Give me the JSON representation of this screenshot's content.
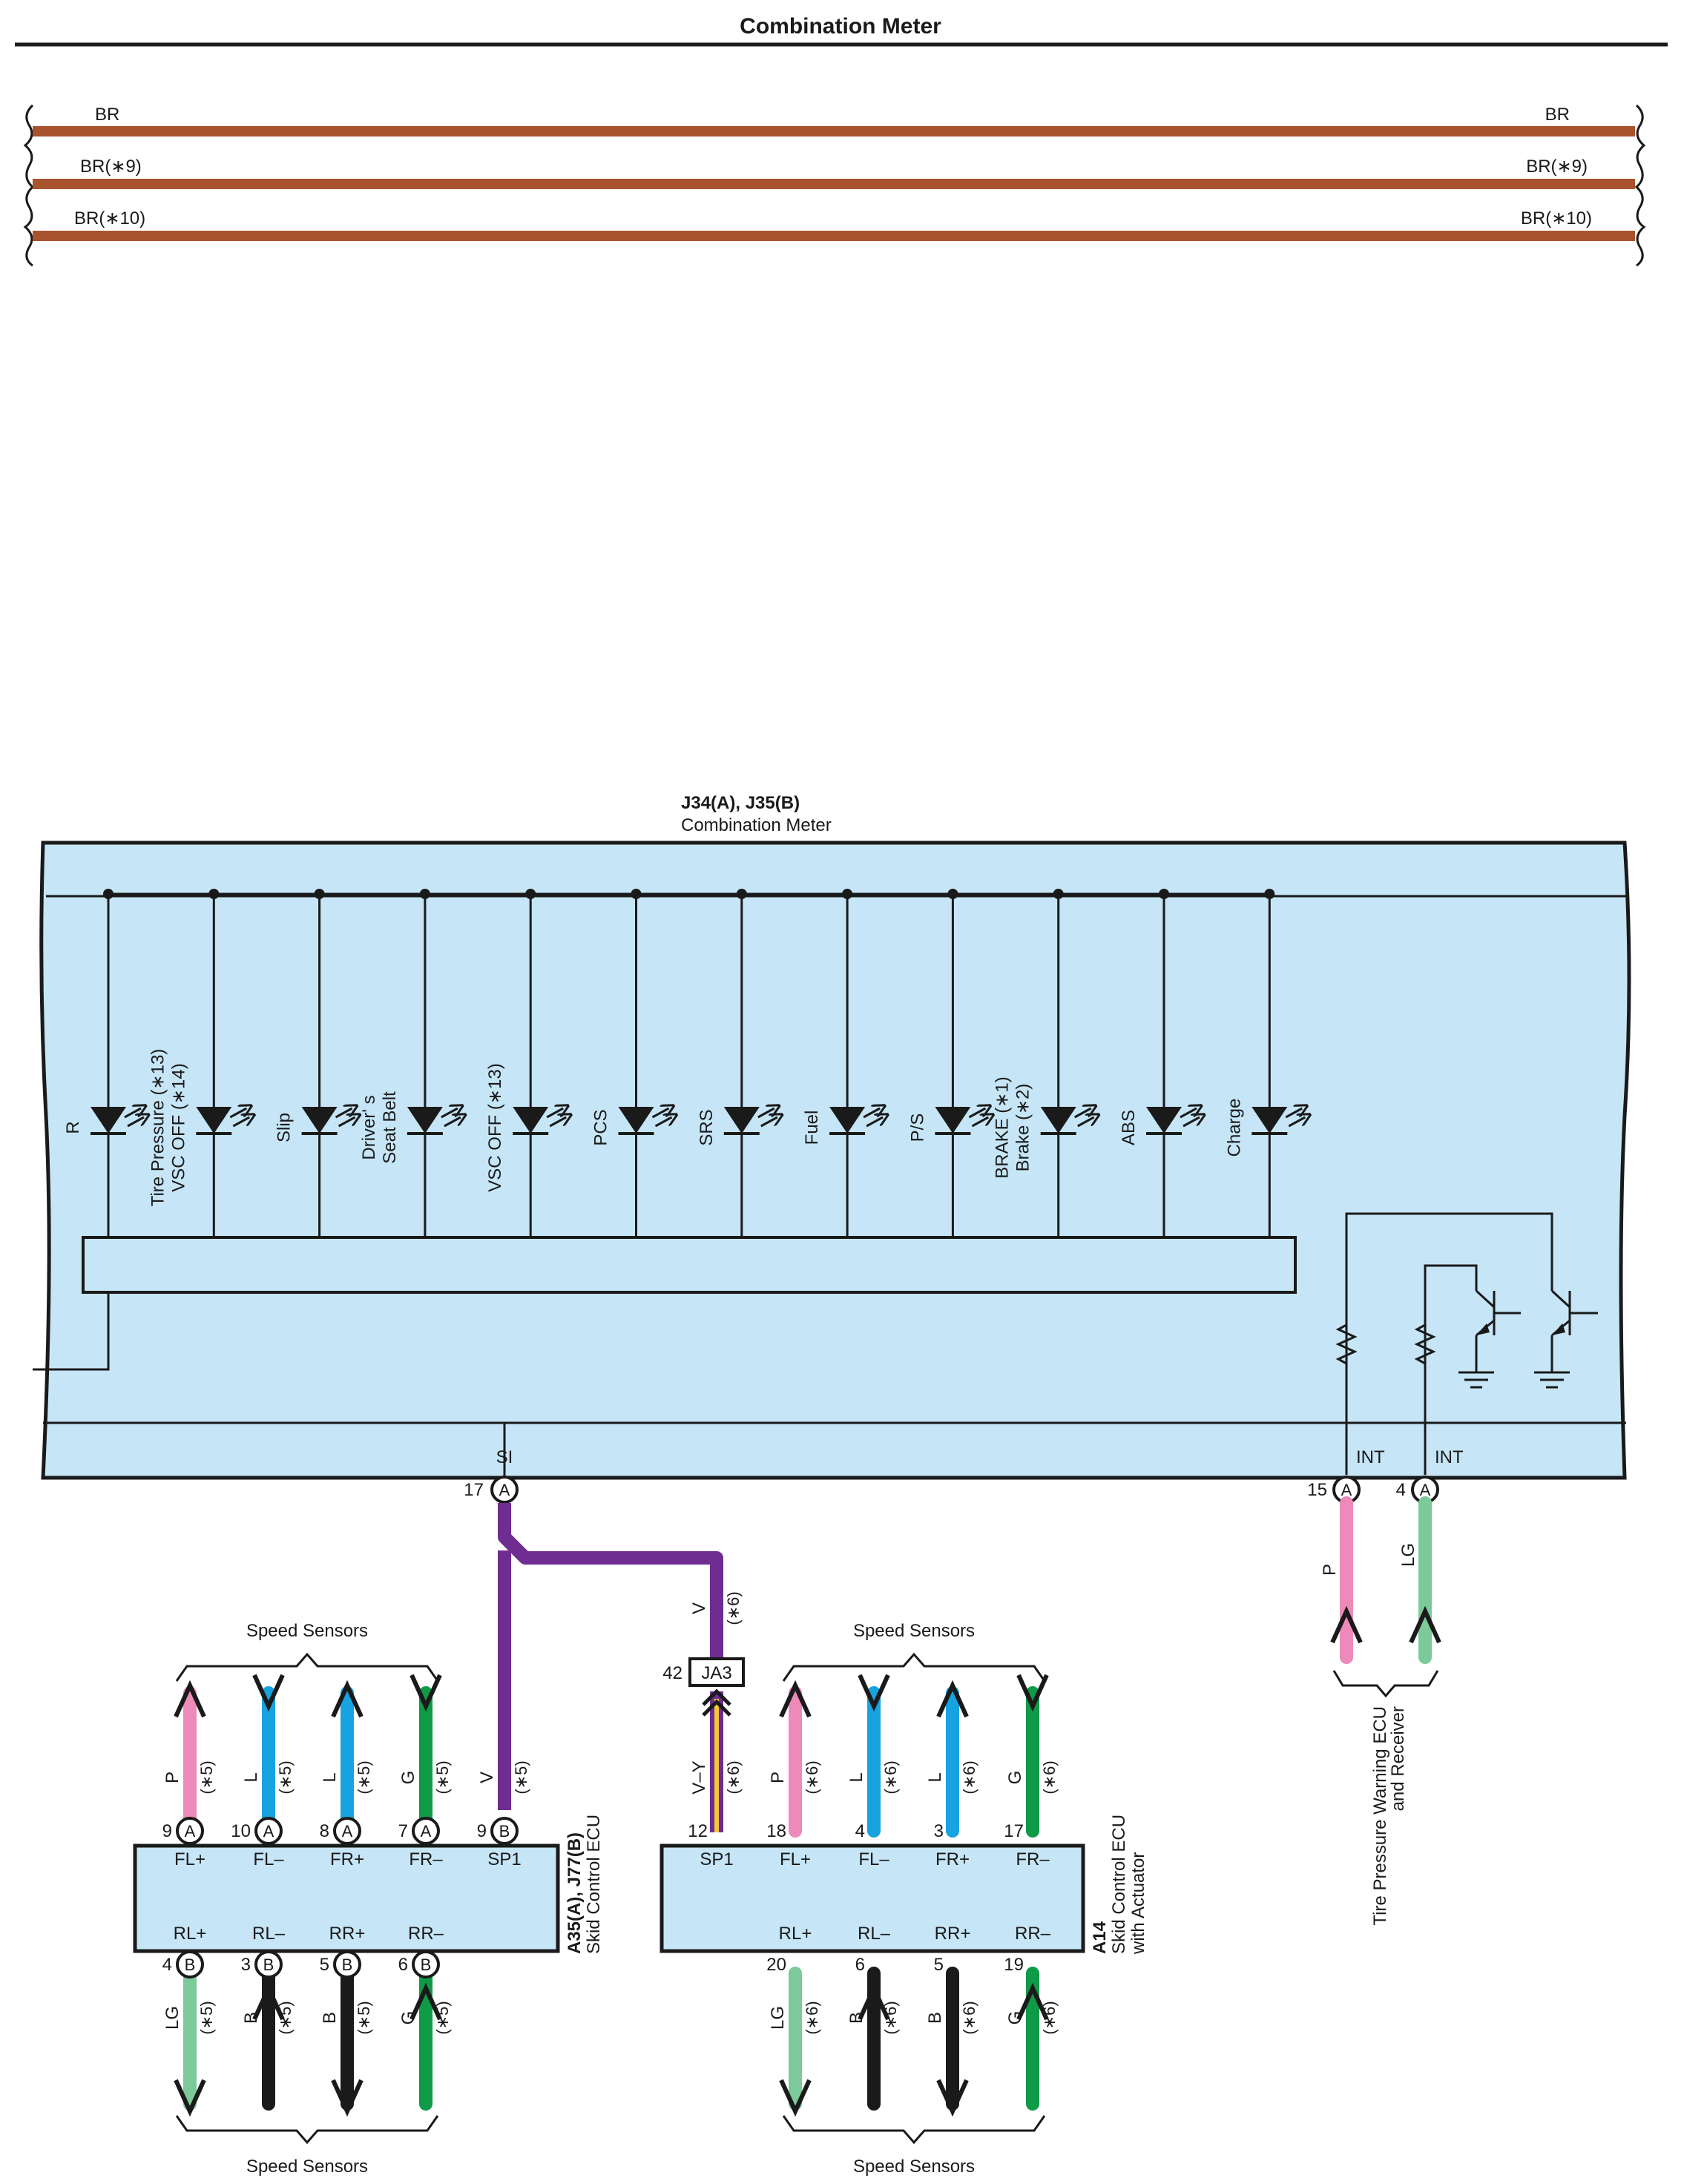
{
  "title": "Combination Meter",
  "colors": {
    "brown": "#A8532E",
    "panel": "#C6E6F7",
    "violet": "#6F2C91",
    "pink": "#EE8AB9",
    "blue": "#17A3E0",
    "green": "#0F9A48",
    "light_green": "#7CCA9A",
    "black": "#1A1A1A",
    "yellow": "#F5C73B"
  },
  "top_wires": [
    {
      "left": "BR",
      "right": "BR"
    },
    {
      "left": "BR(∗9)",
      "right": "BR(∗9)"
    },
    {
      "left": "BR(∗10)",
      "right": "BR(∗10)"
    }
  ],
  "meter": {
    "connector": "J34(A), J35(B)",
    "name": "Combination Meter",
    "leds": [
      [
        "R"
      ],
      [
        "Tire Pressure (∗13)",
        "VSC OFF (∗14)"
      ],
      [
        "Slip"
      ],
      [
        "Driver' s",
        "Seat Belt"
      ],
      [
        "VSC OFF (∗13)"
      ],
      [
        "PCS"
      ],
      [
        "SRS"
      ],
      [
        "Fuel"
      ],
      [
        "P/S"
      ],
      [
        "BRAKE (∗1)",
        "Brake (∗2)"
      ],
      [
        "ABS"
      ],
      [
        "Charge"
      ]
    ],
    "si_label": "SI",
    "si_pin": "17",
    "si_conn": "A",
    "int1_label": "INT",
    "int1_pin": "15",
    "int1_conn": "A",
    "int2_label": "INT",
    "int2_pin": "4",
    "int2_conn": "A"
  },
  "tpms": {
    "wire1": "P",
    "wire2": "LG",
    "name1": "Tire Pressure Warning ECU",
    "name2": "and Receiver"
  },
  "junction": {
    "pin": "42",
    "name": "JA3",
    "wire_in": "V",
    "wire_in_note": "(∗6)",
    "wire_out": "V–Y",
    "wire_out_note": "(∗6)"
  },
  "ecu_left": {
    "connector": "A35(A), J77(B)",
    "name": "Skid Control ECU",
    "group_label": "Speed Sensors",
    "top": [
      {
        "pin": "9",
        "conn": "A",
        "term": "FL+",
        "wire": "P",
        "note": "(∗5)",
        "color": "pink",
        "dir": "up"
      },
      {
        "pin": "10",
        "conn": "A",
        "term": "FL–",
        "wire": "L",
        "note": "(∗5)",
        "color": "blue",
        "dir": "down"
      },
      {
        "pin": "8",
        "conn": "A",
        "term": "FR+",
        "wire": "L",
        "note": "(∗5)",
        "color": "blue",
        "dir": "up"
      },
      {
        "pin": "7",
        "conn": "A",
        "term": "FR–",
        "wire": "G",
        "note": "(∗5)",
        "color": "green",
        "dir": "down"
      },
      {
        "pin": "9",
        "conn": "B",
        "term": "SP1",
        "wire": "V",
        "note": "(∗5)",
        "color": "violet",
        "dir": "none"
      }
    ],
    "bottom": [
      {
        "pin": "4",
        "conn": "B",
        "term": "RL+",
        "wire": "LG",
        "note": "(∗5)",
        "color": "light_green",
        "dir": "down"
      },
      {
        "pin": "3",
        "conn": "B",
        "term": "RL–",
        "wire": "B",
        "note": "(∗5)",
        "color": "black",
        "dir": "up"
      },
      {
        "pin": "5",
        "conn": "B",
        "term": "RR+",
        "wire": "B",
        "note": "(∗5)",
        "color": "black",
        "dir": "down"
      },
      {
        "pin": "6",
        "conn": "B",
        "term": "RR–",
        "wire": "G",
        "note": "(∗5)",
        "color": "green",
        "dir": "up"
      }
    ]
  },
  "ecu_right": {
    "connector": "A14",
    "name": "Skid Control ECU",
    "name2": "with Actuator",
    "group_label": "Speed Sensors",
    "top": [
      {
        "pin": "12",
        "term": "SP1",
        "wire": "V–Y",
        "note": "(∗6)",
        "color": "violet",
        "dir": "none"
      },
      {
        "pin": "18",
        "term": "FL+",
        "wire": "P",
        "note": "(∗6)",
        "color": "pink",
        "dir": "up"
      },
      {
        "pin": "4",
        "term": "FL–",
        "wire": "L",
        "note": "(∗6)",
        "color": "blue",
        "dir": "down"
      },
      {
        "pin": "3",
        "term": "FR+",
        "wire": "L",
        "note": "(∗6)",
        "color": "blue",
        "dir": "up"
      },
      {
        "pin": "17",
        "term": "FR–",
        "wire": "G",
        "note": "(∗6)",
        "color": "green",
        "dir": "down"
      }
    ],
    "bottom": [
      {
        "pin": "20",
        "term": "RL+",
        "wire": "LG",
        "note": "(∗6)",
        "color": "light_green",
        "dir": "down"
      },
      {
        "pin": "6",
        "term": "RL–",
        "wire": "B",
        "note": "(∗6)",
        "color": "black",
        "dir": "up"
      },
      {
        "pin": "5",
        "term": "RR+",
        "wire": "B",
        "note": "(∗6)",
        "color": "black",
        "dir": "down"
      },
      {
        "pin": "19",
        "term": "RR–",
        "wire": "G",
        "note": "(∗6)",
        "color": "green",
        "dir": "up"
      }
    ]
  }
}
